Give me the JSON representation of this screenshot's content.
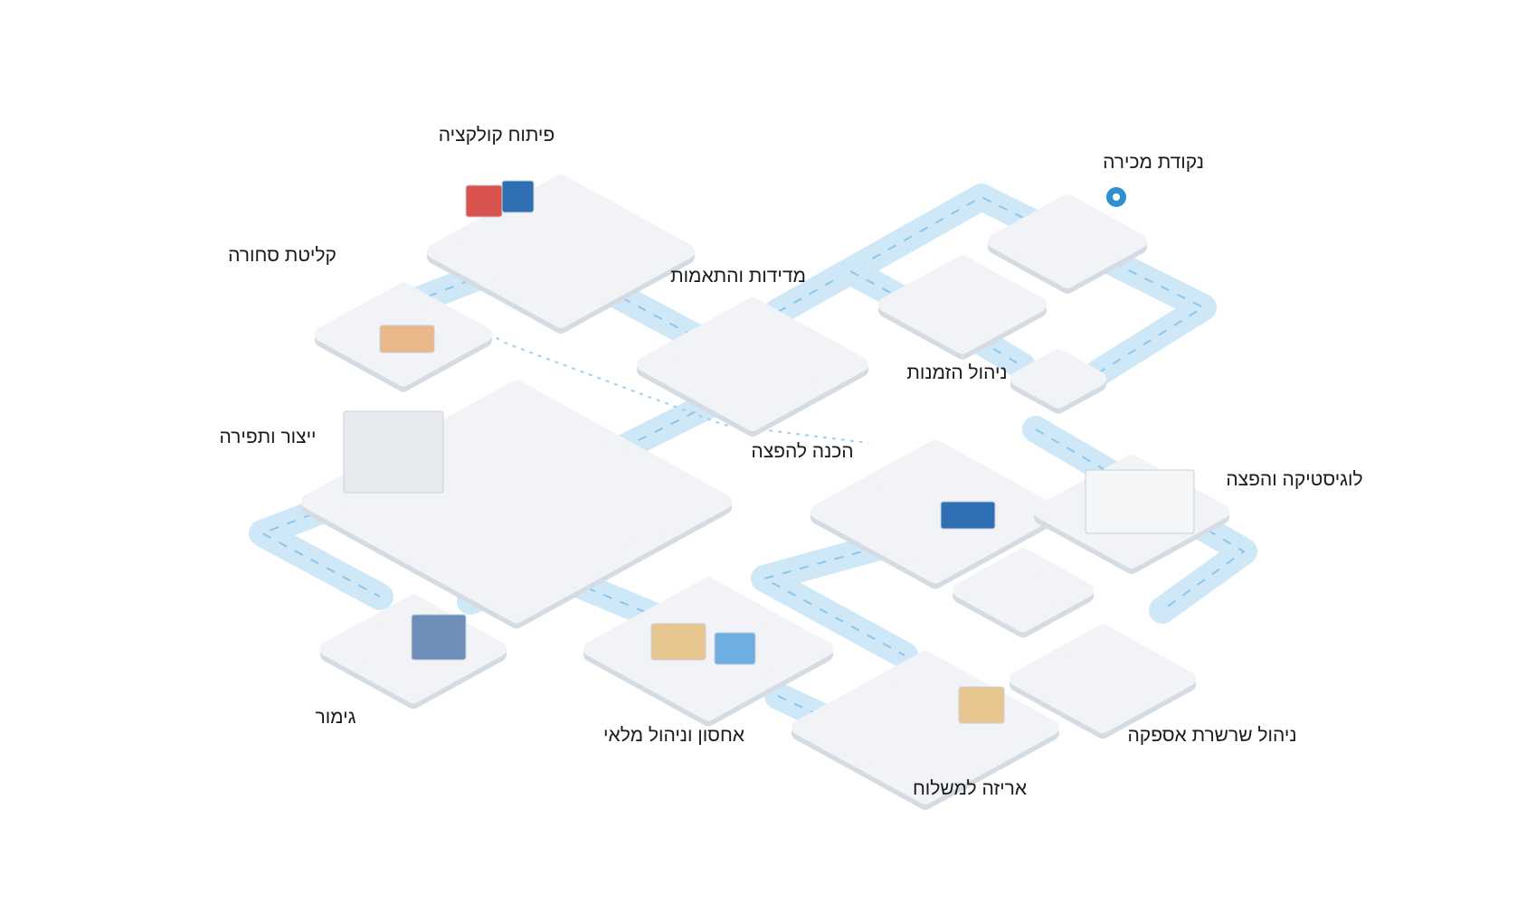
{
  "labels": {
    "collection_development": "פיתוח קולקציה",
    "goods_intake": "קליטת סחורה",
    "measurements_fitting": "מדידות והתאמות",
    "point_of_sale": "נקודת מכירה",
    "order_management": "ניהול הזמנות",
    "production_sewing": "ייצור ותפירה",
    "distribution_prep": "הכנה להפצה",
    "logistics_distribution": "לוגיסטיקה והפצה",
    "finishing": "גימור",
    "storage_inventory": "אחסון וניהול מלאי",
    "packing_shipping": "אריזה למשלוח",
    "supply_chain": "ניהול שרשרת אספקה"
  },
  "colors": {
    "road": "#cfe8f8",
    "road_dash": "#8cc6ec",
    "platform": "#f1f3f6",
    "platform_edge": "#d5dbe3",
    "pin": "#2f8fd0"
  }
}
